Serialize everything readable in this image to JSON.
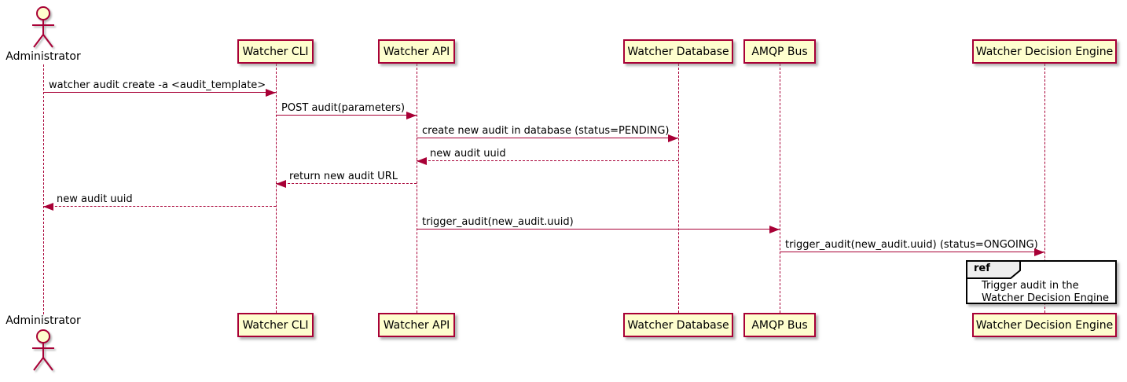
{
  "diagram_type": "plantuml-sequence",
  "diagram": {
    "actor": {
      "name": "Administrator"
    },
    "participants": [
      {
        "name": "Watcher CLI"
      },
      {
        "name": "Watcher API"
      },
      {
        "name": "Watcher Database"
      },
      {
        "name": "AMQP Bus"
      },
      {
        "name": "Watcher Decision Engine"
      }
    ],
    "messages": [
      {
        "from": "Administrator",
        "to": "Watcher CLI",
        "label": "watcher audit create -a <audit_template>",
        "style": "solid",
        "direction": "right"
      },
      {
        "from": "Watcher CLI",
        "to": "Watcher API",
        "label": "POST audit(parameters)",
        "style": "solid",
        "direction": "right"
      },
      {
        "from": "Watcher API",
        "to": "Watcher Database",
        "label": "create new audit in database (status=PENDING)",
        "style": "solid",
        "direction": "right"
      },
      {
        "from": "Watcher Database",
        "to": "Watcher API",
        "label": "new audit uuid",
        "style": "dashed",
        "direction": "left"
      },
      {
        "from": "Watcher API",
        "to": "Watcher CLI",
        "label": "return new audit URL",
        "style": "dashed",
        "direction": "left"
      },
      {
        "from": "Watcher CLI",
        "to": "Administrator",
        "label": "new audit uuid",
        "style": "dashed",
        "direction": "left"
      },
      {
        "from": "Watcher API",
        "to": "AMQP Bus",
        "label": "trigger_audit(new_audit.uuid)",
        "style": "solid",
        "direction": "right"
      },
      {
        "from": "AMQP Bus",
        "to": "Watcher Decision Engine",
        "label": "trigger_audit(new_audit.uuid) (status=ONGOING)",
        "style": "solid",
        "direction": "right"
      }
    ],
    "ref": {
      "keyword": "ref",
      "line1": "Trigger audit in the",
      "line2": "Watcher Decision Engine"
    },
    "colors": {
      "participant_fill": "#FEFECE",
      "border_and_arrows": "#A80036",
      "text": "#000000",
      "ref_border": "#000000",
      "ref_header_fill": "#EEEEEE",
      "background": "#FFFFFF"
    }
  }
}
